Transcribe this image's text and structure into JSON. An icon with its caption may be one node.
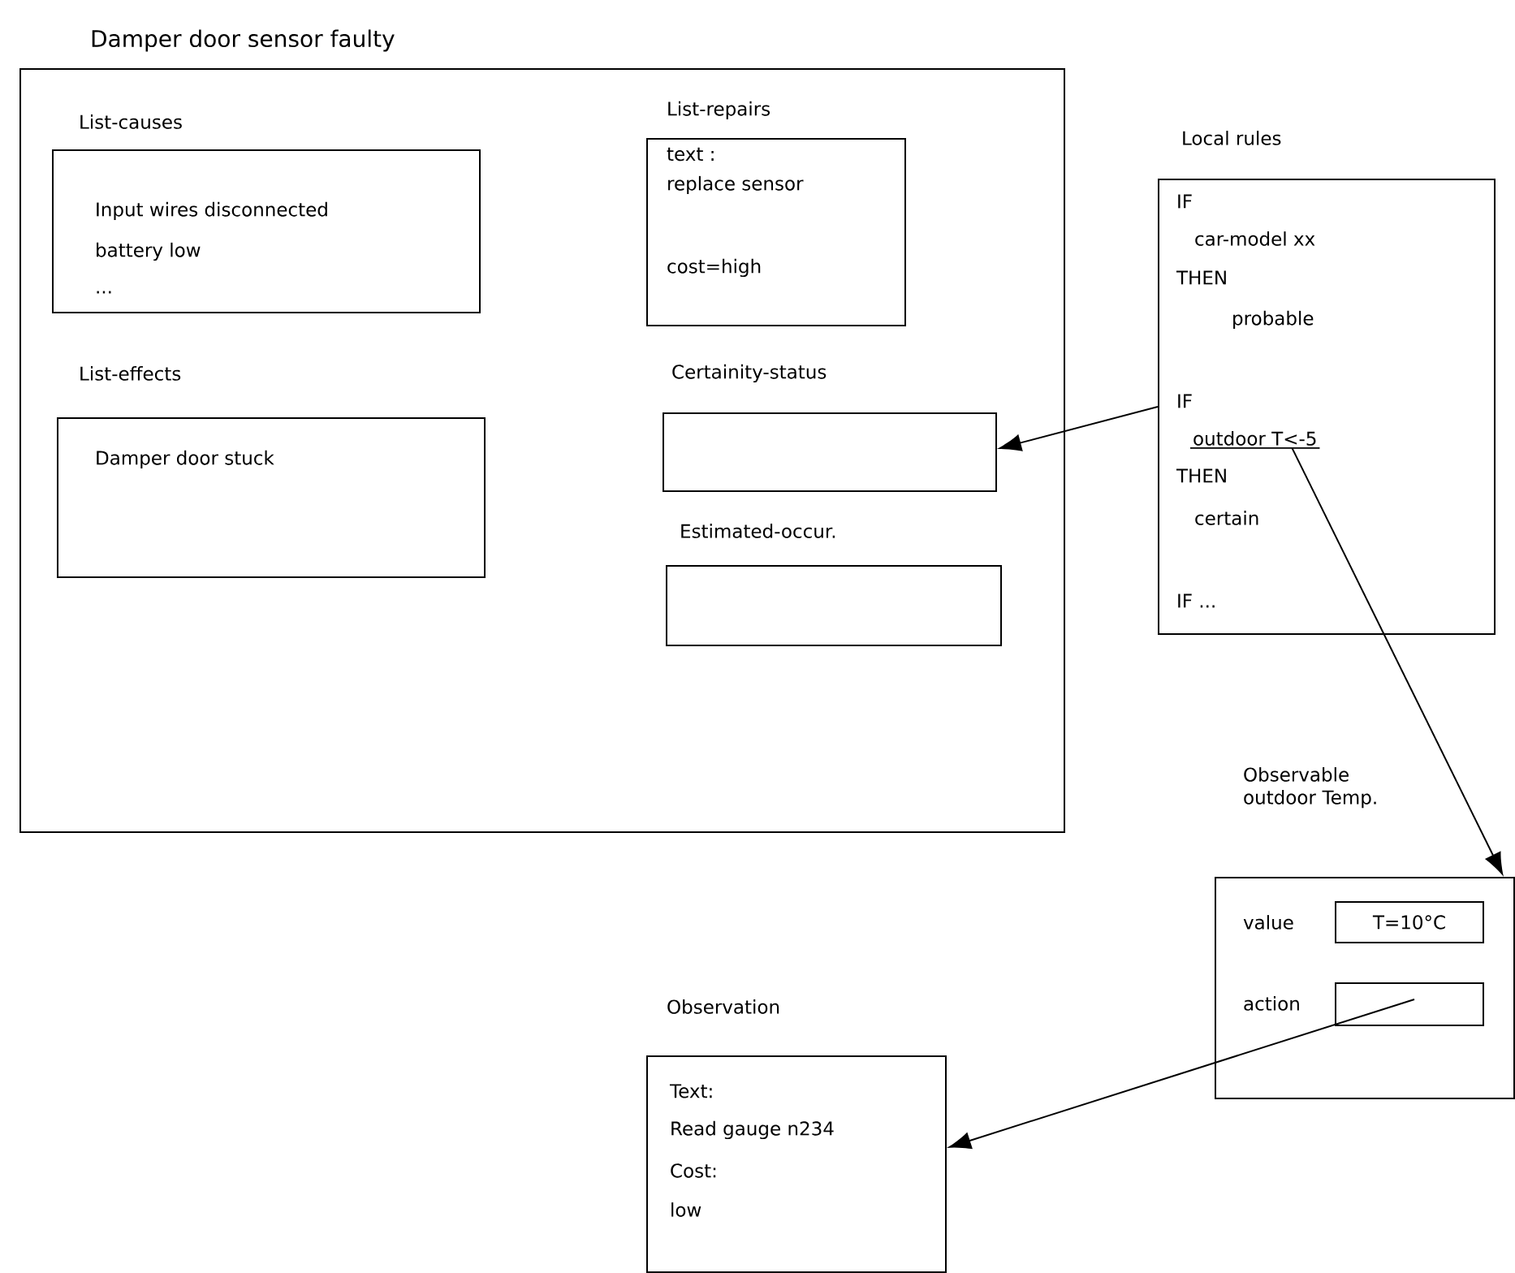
{
  "diagram": {
    "nodes": [
      {
        "text": [
          "Damper door sensor faulty"
        ]
      },
      {
        "text": [
          "List-causes",
          "Input wires disconnected",
          "battery low",
          "..."
        ],
        "in": 0
      },
      {
        "text": [
          "List-effects",
          "Damper door stuck"
        ],
        "in": 0
      },
      {
        "text": [
          "List-repairs",
          "text :",
          "replace sensor",
          "cost=high"
        ],
        "in": 0
      },
      {
        "text": [
          "Certainity-status"
        ],
        "in": 0
      },
      {
        "text": [
          "Estimated-occur."
        ],
        "in": 0
      },
      {
        "text": [
          "Local rules",
          "IF",
          "car-model xx",
          "THEN",
          "probable",
          "IF",
          "THEN",
          "certain",
          "IF ..."
        ]
      },
      {
        "text": [
          "outdoor T<-5"
        ],
        "in": 6
      },
      {
        "text": [
          "Observable outdoor Temp."
        ]
      },
      {
        "text": [
          "T=10°C"
        ],
        "beside": [
          "value"
        ],
        "in": 8
      },
      {
        "text": [],
        "shape": "box",
        "beside": [
          "action"
        ],
        "in": 8
      },
      {
        "text": [
          "Observation",
          "Text:",
          "Read gauge n234",
          "Cost:",
          "low"
        ]
      }
    ],
    "edges": [
      {
        "from": 6,
        "to": 4,
        "arrow": "to"
      },
      {
        "from": 7,
        "to": 8,
        "arrow": "to"
      },
      {
        "from": 10,
        "to": 11,
        "arrow": "to"
      }
    ]
  }
}
